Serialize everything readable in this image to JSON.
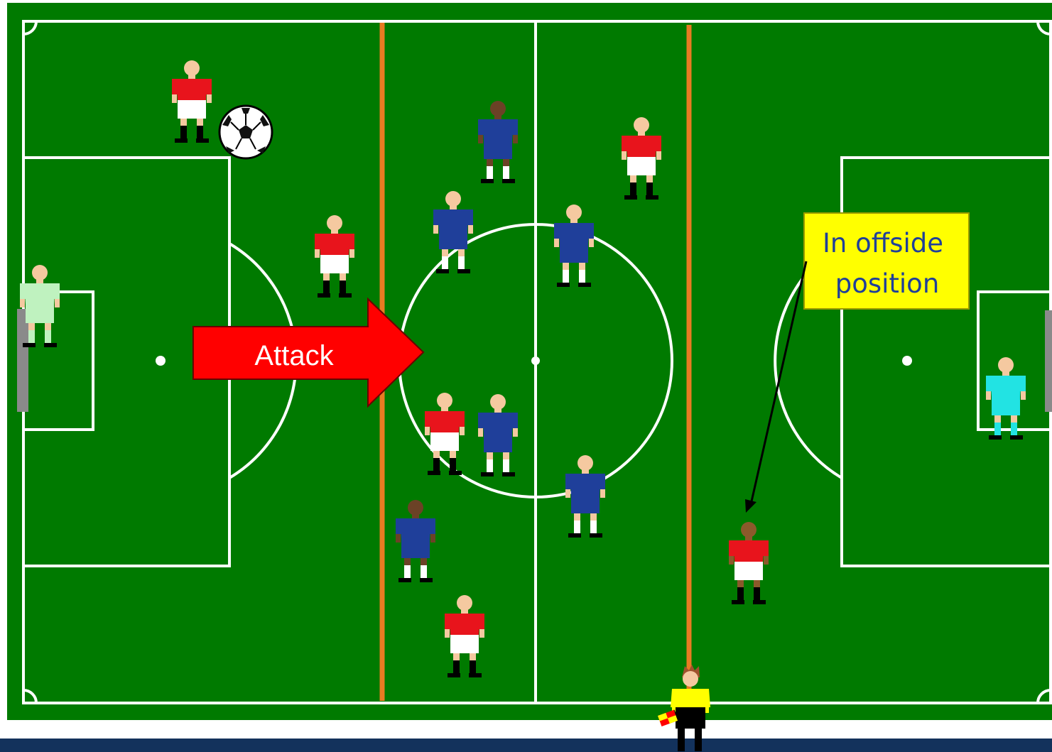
{
  "arrow": {
    "label": "Attack",
    "color": "#ff0000"
  },
  "callout": {
    "line1": "In offside",
    "line2": "position",
    "color": "#ffff00"
  },
  "colors": {
    "pitch": "#007a00",
    "lines": "#ffffff",
    "offside_line": "#e87b22",
    "attacking_team": "#e8141c",
    "defending_team": "#1f3f9a",
    "defending_goalkeeper": "#22e3e3",
    "attacking_goalkeeper": "#bff2bf",
    "assistant_referee": "#ffff00",
    "footer": "#13325c"
  },
  "icons": [
    "soccer-ball-icon",
    "player-icon",
    "assistant-referee-icon",
    "flag-icon"
  ]
}
